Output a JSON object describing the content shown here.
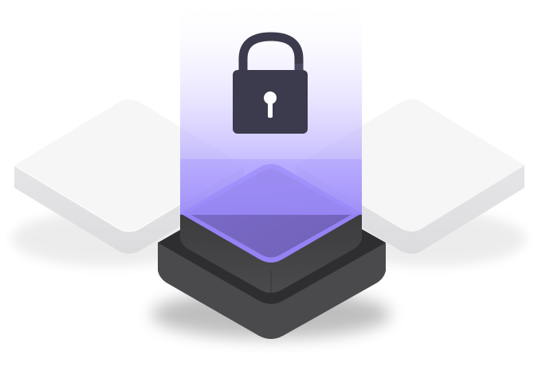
{
  "illustration": {
    "icon": "lock-icon",
    "elements": [
      "left-platform-tile",
      "right-platform-tile",
      "center-security-block",
      "light-beam",
      "padlock"
    ],
    "colors": {
      "background": "#ffffff",
      "tile_top": "#f5f5f6",
      "tile_side": "#e3e3e5",
      "block_top": "#5e4f9e",
      "block_top_glow": "#8a79e6",
      "block_side": "#3a3a3c",
      "block_base": "#2f2f31",
      "padlock_body": "#3c3a4d",
      "padlock_shackle": "#3c3a4d",
      "beam": "#b5a8ff"
    }
  }
}
